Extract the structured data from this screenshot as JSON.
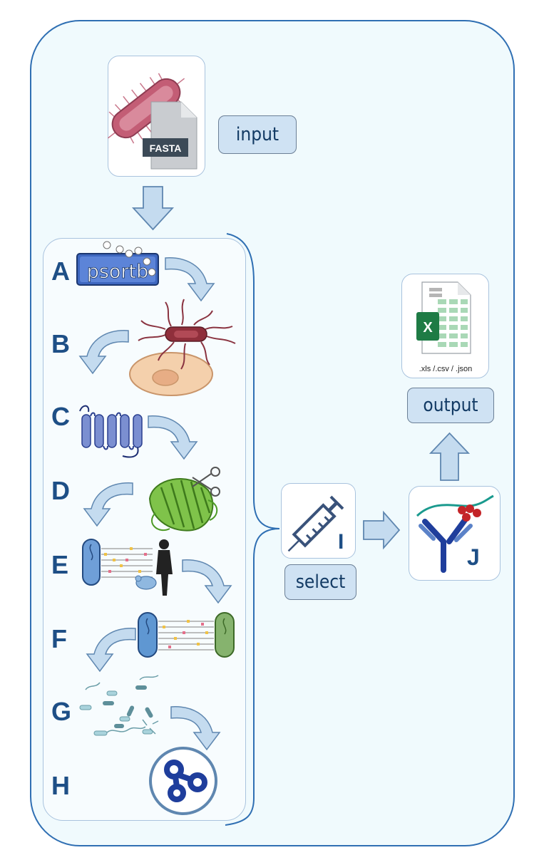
{
  "labels": {
    "input": "input",
    "select": "select",
    "output": "output",
    "fasta": "FASTA",
    "psortb": "psortb",
    "formats": ".xls /.csv / .json",
    "excel_x": "X"
  },
  "steps": [
    "A",
    "B",
    "C",
    "D",
    "E",
    "F",
    "G",
    "H"
  ],
  "final_steps": {
    "select_step": "I",
    "output_step": "J"
  },
  "colors": {
    "frame_border": "#2f6fb3",
    "frame_fill": "#f0fafd",
    "pill_fill": "#cfe2f3",
    "letter": "#1e4f86",
    "arrow_fill": "#c4dbef",
    "arrow_stroke": "#5f87b0"
  }
}
